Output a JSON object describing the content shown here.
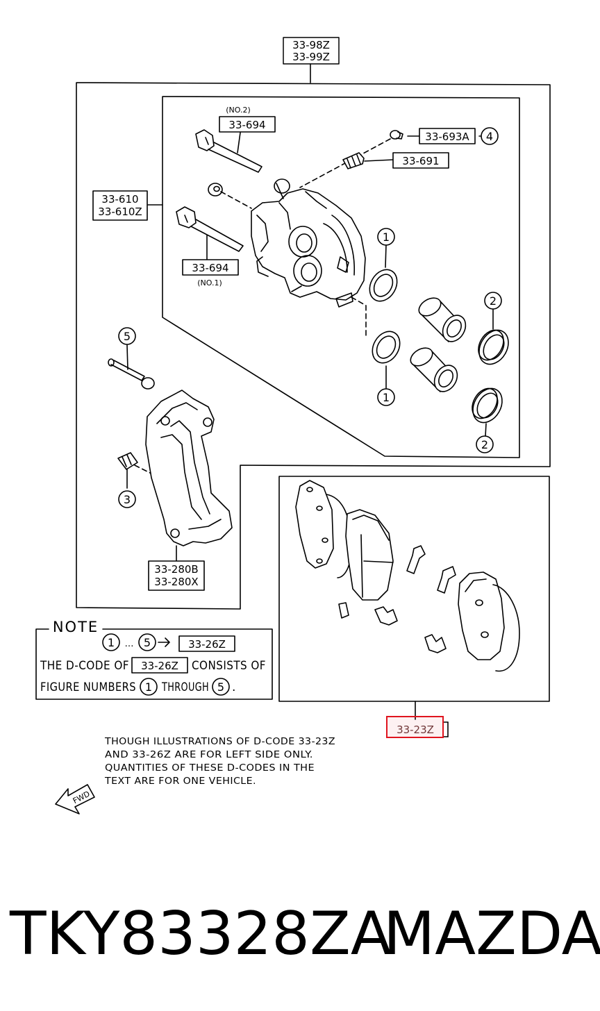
{
  "labels": {
    "assembly_top_1": "33-98Z",
    "assembly_top_2": "33-99Z",
    "bolt_no2_note": "(NO.2)",
    "bolt_no2_code": "33-694",
    "bleeder_cap_code": "33-693A",
    "bleeder_screw_code": "33-691",
    "caliper_code_1": "33-610",
    "caliper_code_2": "33-610Z",
    "bolt_no1_code": "33-694",
    "bolt_no1_note": "(NO.1)",
    "bracket_code_1": "33-280B",
    "bracket_code_2": "33-280X",
    "pad_kit_code": "33-23Z"
  },
  "callouts": {
    "c1_upper": "1",
    "c1_lower": "1",
    "c2_upper": "2",
    "c2_lower": "2",
    "c3": "3",
    "c4": "4",
    "c5": "5"
  },
  "note": {
    "title": "NOTE",
    "range_start": "1",
    "range_dots": "…",
    "range_end": "5",
    "kit_code": "33-26Z",
    "line1_a": "THE D-CODE OF",
    "line1_code": "33-26Z",
    "line1_b": "CONSISTS OF",
    "line2_a": "FIGURE NUMBERS",
    "line2_num1": "1",
    "line2_b": "THROUGH",
    "line2_num2": "5",
    "line2_end": "."
  },
  "caption": {
    "line1": "THOUGH ILLUSTRATIONS OF D-CODE 33-23Z",
    "line2": "AND 33-26Z ARE FOR LEFT SIDE ONLY.",
    "line3": "QUANTITIES OF THESE D-CODES IN THE",
    "line4": "TEXT ARE FOR ONE VEHICLE."
  },
  "fwd_label": "FWD",
  "footer": {
    "part_number": "TKY83328ZA",
    "brand": "MAZDA"
  },
  "colors": {
    "ink": "#000000",
    "highlight": "#e0141e",
    "background": "#ffffff"
  }
}
